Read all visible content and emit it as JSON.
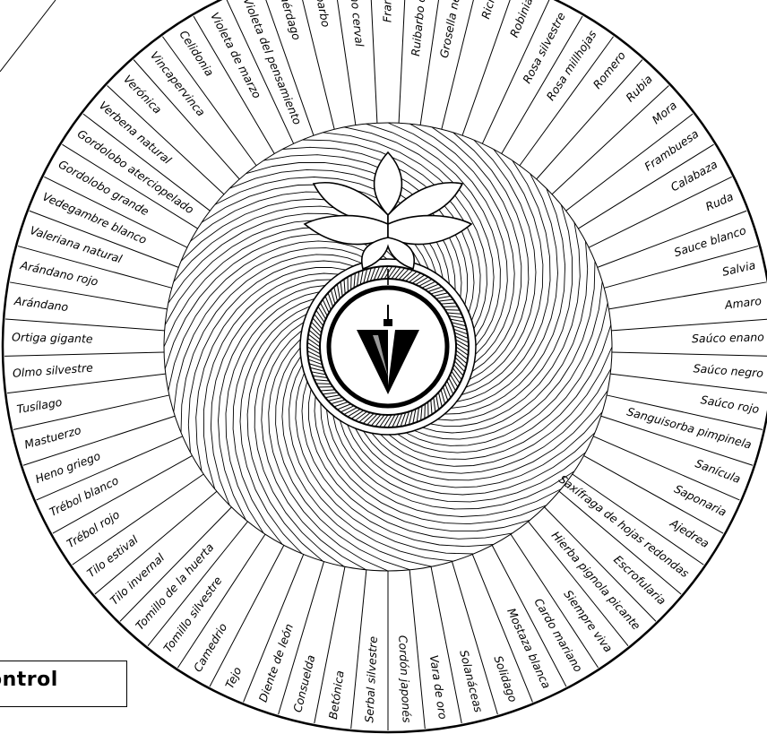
{
  "labels": [
    "Frangolla",
    "Ruibarbo chino",
    "Grosella negra",
    "Ricino",
    "Robinia",
    "Rosa silvestre",
    "Rosa millhojas",
    "Romero",
    "Rubia",
    "Mora",
    "Frambuesa",
    "Calabaza",
    "Ruda",
    "Sauce blanco",
    "Salvia",
    "Amaro",
    "Saúco enano",
    "Saúco negro",
    "Saúco rojo",
    "Sanguisorba pimpinela",
    "Sanícula",
    "Saponaria",
    "Ajedrea",
    "Saxífraga de hojas redondas",
    "Escrofularia",
    "Hierba pignola picante",
    "Siempre viva",
    "Cardo mariano",
    "Mostaza blanca",
    "Solidago",
    "Solanáceas",
    "Vara de oro",
    "Cordón japonés",
    "Serbal silvestre",
    "Betónica",
    "Consuelda",
    "Diente de león",
    "Tejo",
    "Camedrio",
    "Tomillo silvestre",
    "Tomillo de la huerta",
    "Tilo invernal",
    "Tilo estival",
    "Trébol rojo",
    "Trébol blanco",
    "Heno griego",
    "Mastuerzo",
    "Tusílago",
    "Olmo silvestre",
    "Ortiga gigante",
    "Arándano",
    "Arándano rojo",
    "Valeriana natural",
    "Vedegambre blanco",
    "Gordolobo grande",
    "Gordolobo aterciopelado",
    "Verbena natural",
    "Verónica",
    "Vincapervinca",
    "Celidonia",
    "Violeta de marzo",
    "Violeta del pensamiento",
    "Muérdago",
    "Ruibarbo",
    "Espino cerval"
  ],
  "control_text": "ontrol",
  "icons": {
    "center": "pendulum-icon",
    "flower": "lotus-flower-icon"
  }
}
